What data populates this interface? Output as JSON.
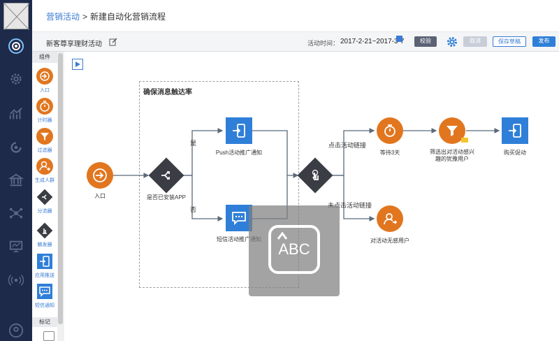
{
  "breadcrumb": {
    "parent": "营销活动",
    "separator": ">",
    "current": "新建自动化营销流程"
  },
  "toolbar": {
    "campaign_name": "新客尊享理财活动",
    "time_label": "活动时间：",
    "time_value": "2017-2-21~2017-3-7",
    "verify": "校验",
    "cancel": "取消",
    "save_draft": "保存草稿",
    "publish": "发布"
  },
  "panel": {
    "title": "组件",
    "items": [
      {
        "label": "入口",
        "icon": "entry-icon"
      },
      {
        "label": "计时器",
        "icon": "timer-icon"
      },
      {
        "label": "过滤器",
        "icon": "filter-icon"
      },
      {
        "label": "生成人群",
        "icon": "user-add-icon"
      },
      {
        "label": "分流器",
        "icon": "splitter-icon"
      },
      {
        "label": "触发器",
        "icon": "trigger-icon"
      },
      {
        "label": "应用推送",
        "icon": "app-push-icon"
      },
      {
        "label": "短信通知",
        "icon": "sms-icon"
      }
    ],
    "footer": "标记"
  },
  "canvas": {
    "group_title": "确保消息触达率",
    "nodes": {
      "entry": "入口",
      "app_check": "是否已安装APP",
      "push": "Push活动推广通知",
      "sms": "短信活动推广通知",
      "wait": "等待3天",
      "filter": "筛选出对活动感兴趣的犹豫用户",
      "buy": "购买促动",
      "unaware": "对活动无感用户"
    },
    "edges": {
      "yes": "是",
      "no": "否",
      "clicked": "点击活动链接",
      "not_clicked": "未点击活动链接"
    }
  },
  "overlay": {
    "text": "ABC"
  },
  "colors": {
    "orange": "#e1761f",
    "blue": "#2f7fd8",
    "dark": "#3a3d44",
    "rail": "#1e2a4a"
  }
}
